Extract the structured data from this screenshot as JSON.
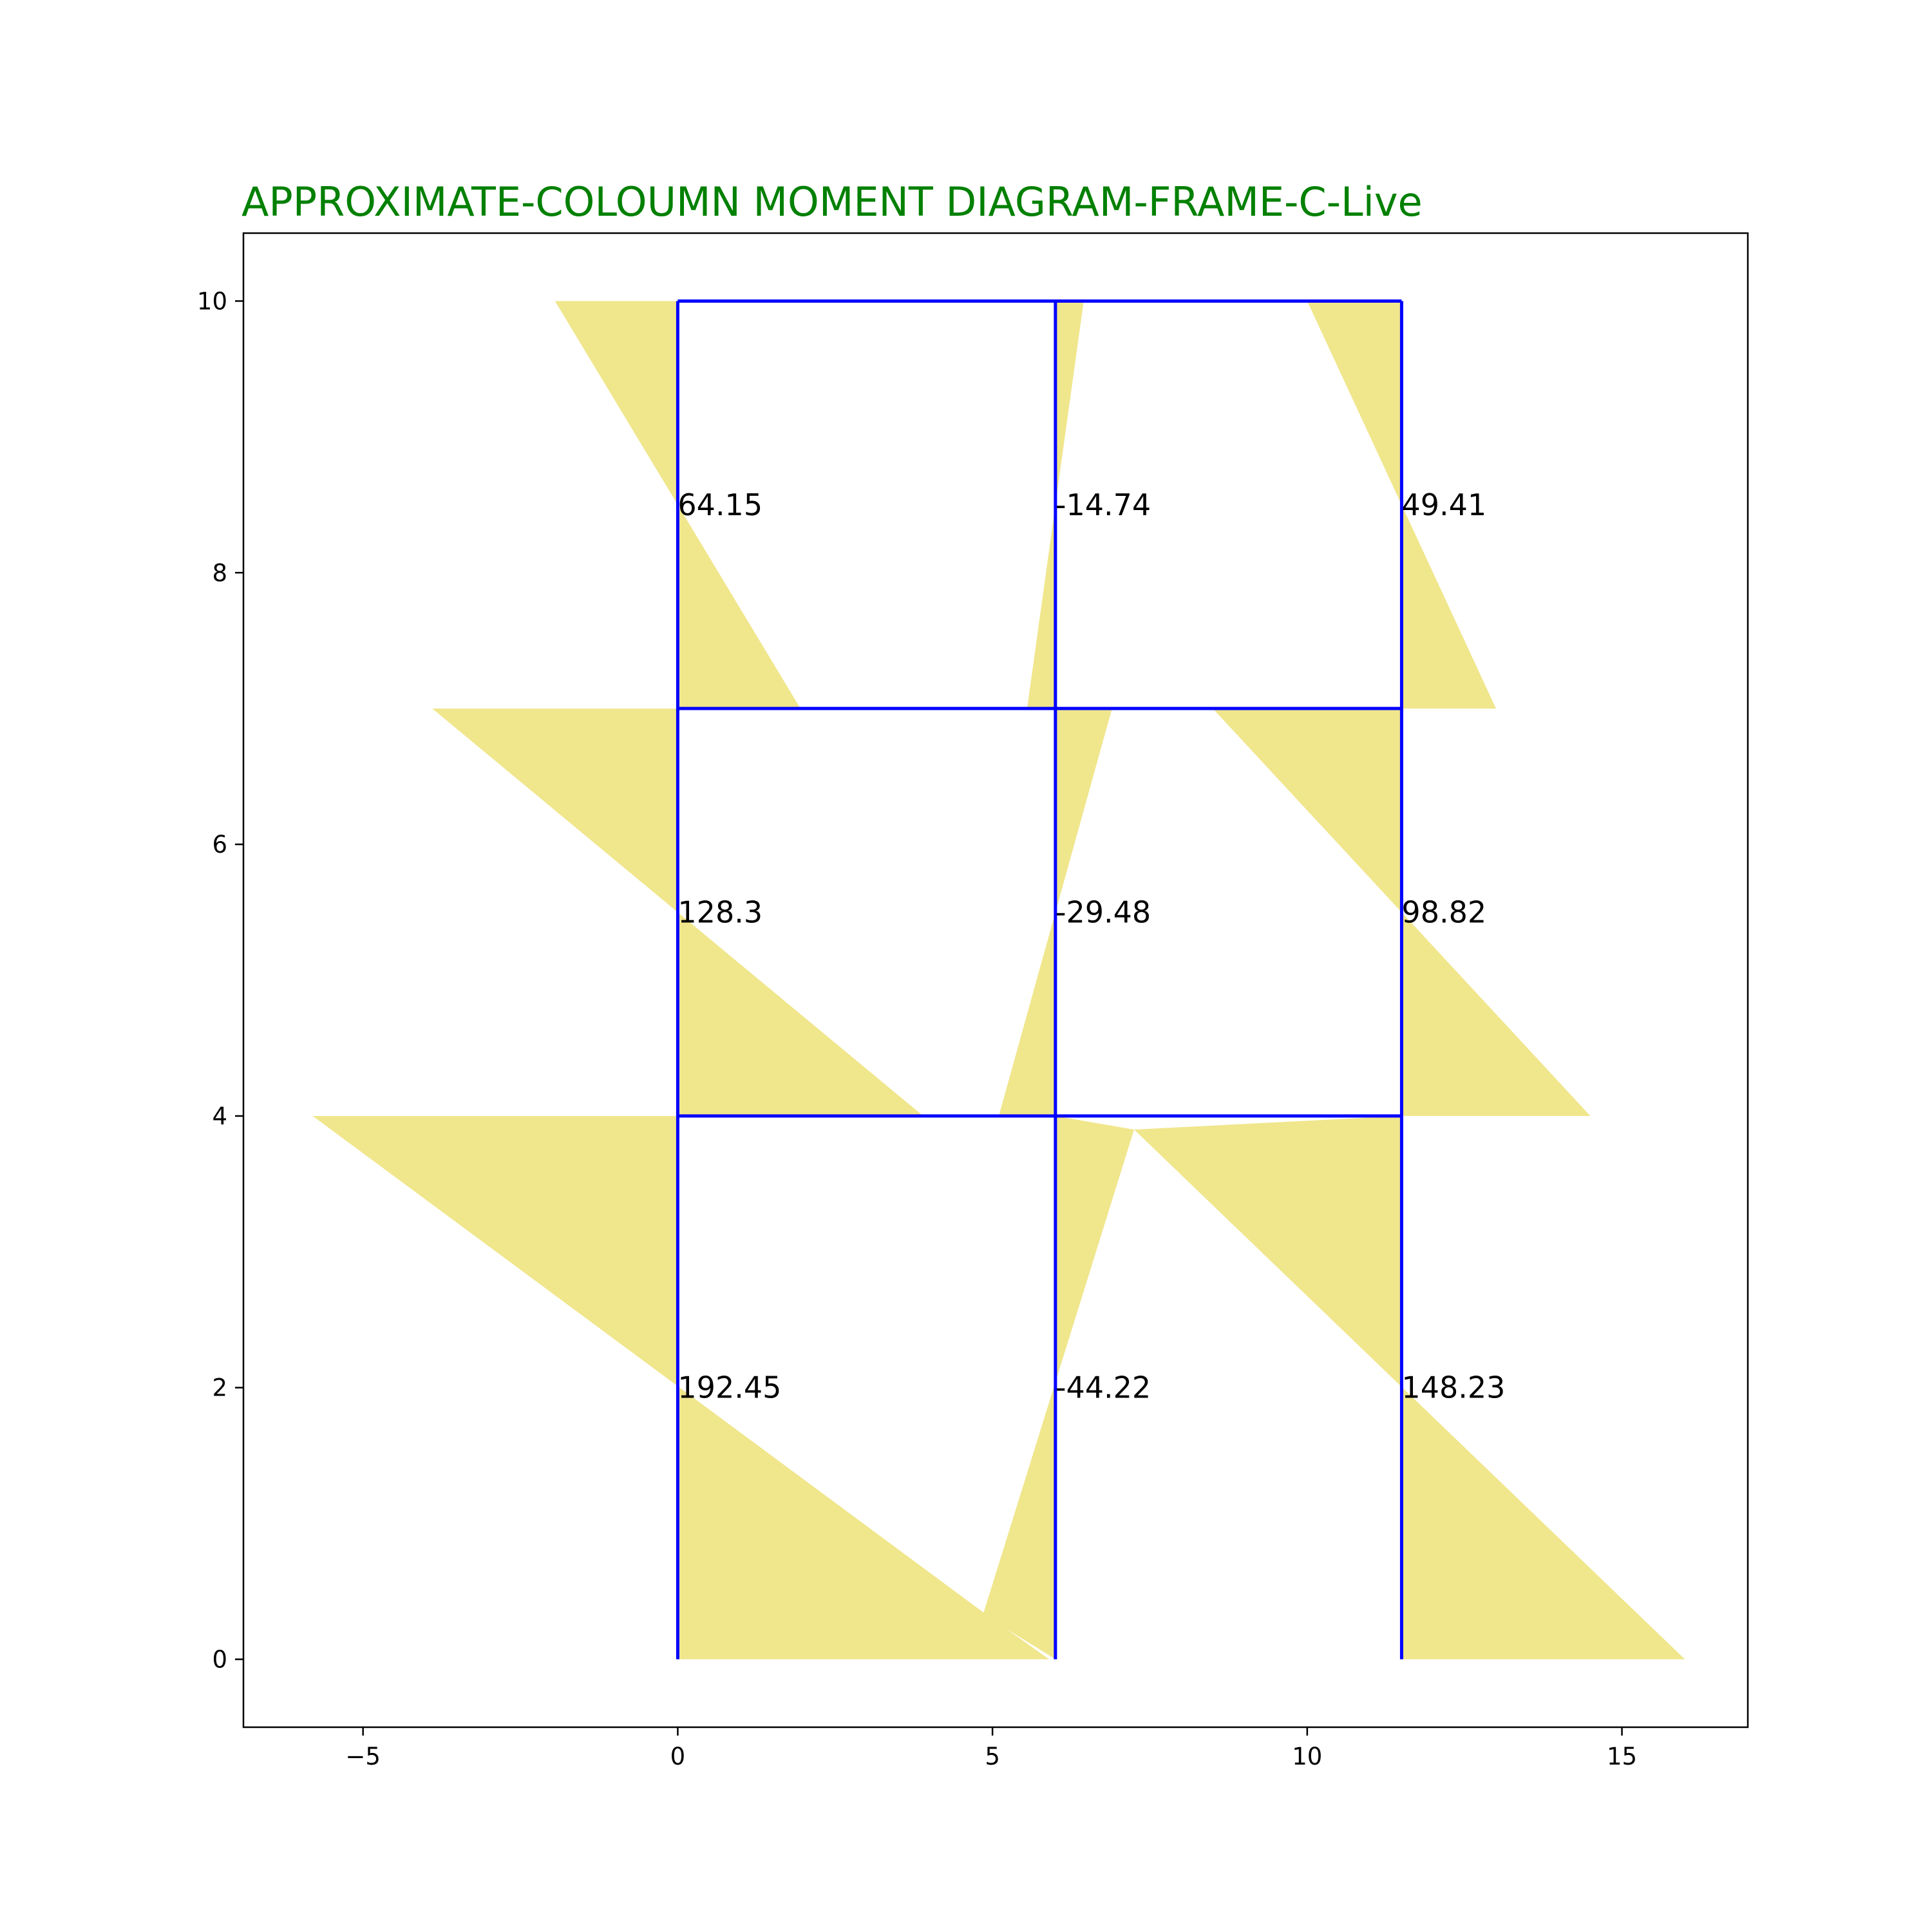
{
  "chart_data": {
    "type": "area",
    "title": "APPROXIMATE-COLOUMN MOMENT DIAGRAM-FRAME-C-Live",
    "xlabel": "",
    "ylabel": "",
    "xlim": [
      -6.9,
      17.0
    ],
    "ylim": [
      -0.5,
      10.5
    ],
    "x_ticks": [
      -5,
      0,
      5,
      10,
      15
    ],
    "x_tick_labels": [
      "−5",
      "0",
      "5",
      "10",
      "15"
    ],
    "y_ticks": [
      0,
      2,
      4,
      6,
      8,
      10
    ],
    "y_tick_labels": [
      "0",
      "2",
      "4",
      "6",
      "8",
      "10"
    ],
    "grid": false,
    "frame_color": "#0000ff",
    "fill_color": "#f0e68c",
    "title_color": "#008000",
    "frame": {
      "columns_x": [
        0,
        6,
        11.5
      ],
      "floor_levels": [
        0,
        4,
        7,
        10
      ]
    },
    "moment_polygons": [
      [
        [
          0,
          7
        ],
        [
          0,
          10
        ],
        [
          -1.95,
          10
        ],
        [
          1.95,
          7
        ]
      ],
      [
        [
          6,
          7
        ],
        [
          6,
          10
        ],
        [
          6.45,
          10
        ],
        [
          5.55,
          7
        ]
      ],
      [
        [
          11.5,
          7
        ],
        [
          11.5,
          10
        ],
        [
          10,
          10
        ],
        [
          13,
          7
        ]
      ],
      [
        [
          0,
          4
        ],
        [
          0,
          7
        ],
        [
          -3.9,
          7
        ],
        [
          3.9,
          4
        ]
      ],
      [
        [
          6,
          4
        ],
        [
          6,
          7
        ],
        [
          6.9,
          7
        ],
        [
          5.1,
          4
        ]
      ],
      [
        [
          11.5,
          4
        ],
        [
          11.5,
          7
        ],
        [
          8.5,
          7
        ],
        [
          14.5,
          4
        ]
      ],
      [
        [
          0,
          0
        ],
        [
          0,
          4
        ],
        [
          -5.8,
          4
        ],
        [
          4.9,
          0.33
        ],
        [
          5.9,
          0
        ]
      ],
      [
        [
          6,
          0
        ],
        [
          6,
          4
        ],
        [
          7.25,
          3.9
        ],
        [
          4.85,
          0.33
        ]
      ],
      [
        [
          11.5,
          0
        ],
        [
          11.5,
          4
        ],
        [
          7.25,
          3.9
        ],
        [
          16,
          0
        ]
      ]
    ],
    "value_labels": [
      {
        "x": 0,
        "y": 8.5,
        "text": "64.15"
      },
      {
        "x": 6,
        "y": 8.5,
        "text": "-14.74"
      },
      {
        "x": 11.5,
        "y": 8.5,
        "text": "49.41"
      },
      {
        "x": 0,
        "y": 5.5,
        "text": "128.3"
      },
      {
        "x": 6,
        "y": 5.5,
        "text": "-29.48"
      },
      {
        "x": 11.5,
        "y": 5.5,
        "text": "98.82"
      },
      {
        "x": 0,
        "y": 2,
        "text": "192.45"
      },
      {
        "x": 6,
        "y": 2,
        "text": "-44.22"
      },
      {
        "x": 11.5,
        "y": 2,
        "text": "148.23"
      }
    ]
  }
}
